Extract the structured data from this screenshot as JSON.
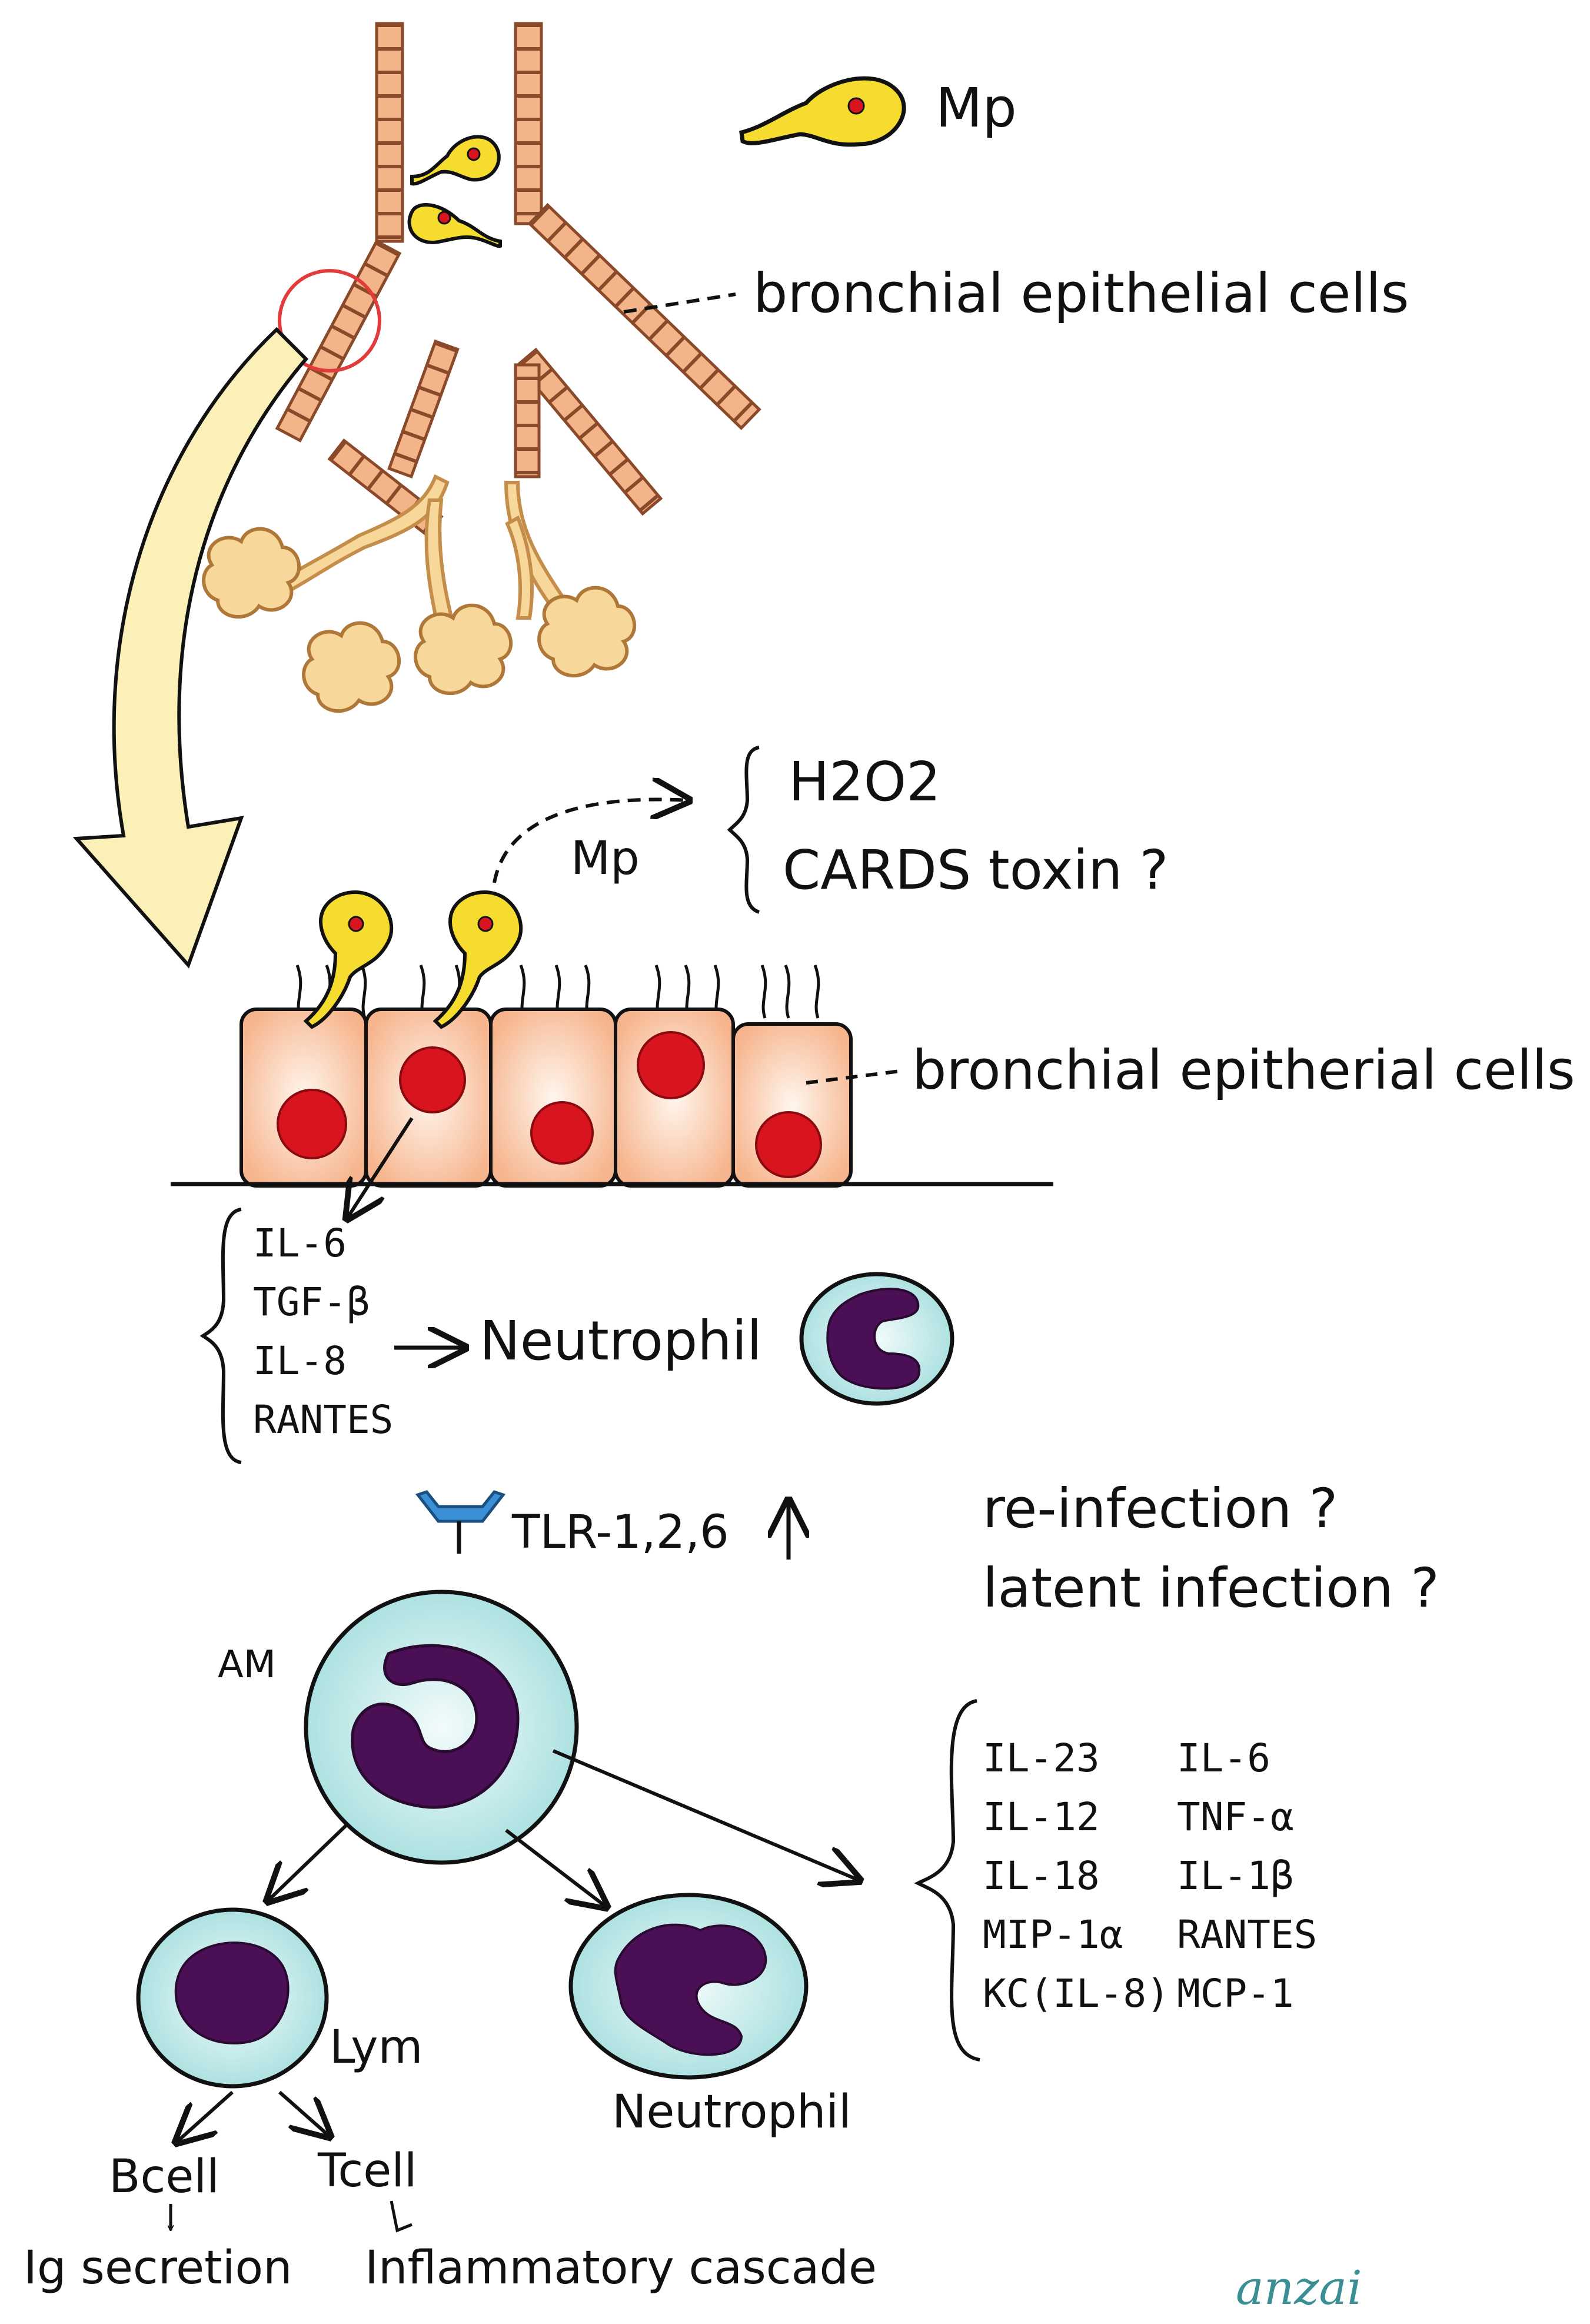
{
  "legend": {
    "mp_label": "Mp"
  },
  "airway": {
    "epithelium_label": "bronchial epithelial cells"
  },
  "epithelium": {
    "mp_label": "Mp",
    "products": [
      "H2O2",
      "CARDS toxin ?"
    ],
    "cells_label": "bronchial epitherial cells",
    "cytokines": [
      "IL-6",
      "TGF-β",
      "IL-8",
      "RANTES"
    ],
    "neutrophil_label": "Neutrophil"
  },
  "receptor": {
    "label": "TLR-1,2,6"
  },
  "questions": [
    "re-infection ?",
    "latent infection ?"
  ],
  "macrophage": {
    "label": "AM",
    "cytokines_left": [
      "IL-23",
      "IL-12",
      "IL-18",
      "MIP-1α",
      "KC(IL-8)"
    ],
    "cytokines_right": [
      "IL-6",
      "TNF-α",
      "IL-1β",
      "RANTES",
      "MCP-1"
    ]
  },
  "lymphocyte": {
    "label": "Lym",
    "bcell": "Bcell",
    "tcell": "Tcell",
    "bcell_outcome": "Ig secretion",
    "tcell_outcome": "Inflammatory cascade"
  },
  "neutrophil2": {
    "label": "Neutrophil"
  },
  "signature": "anzai",
  "colors": {
    "mp_yellow": "#f6dc2e",
    "nucleus_red": "#d8141e",
    "epithelium_fill": "#f8c6a4",
    "airway_stripe": "#f3b48a",
    "alveoli": "#f7d79a",
    "cell_cyan": "#c6ecec",
    "nucleus_purple": "#4a0f55",
    "tlr_blue": "#3a8fd6",
    "arrow_yellow": "#fbf0b8",
    "highlight_red": "#e23b3b"
  }
}
